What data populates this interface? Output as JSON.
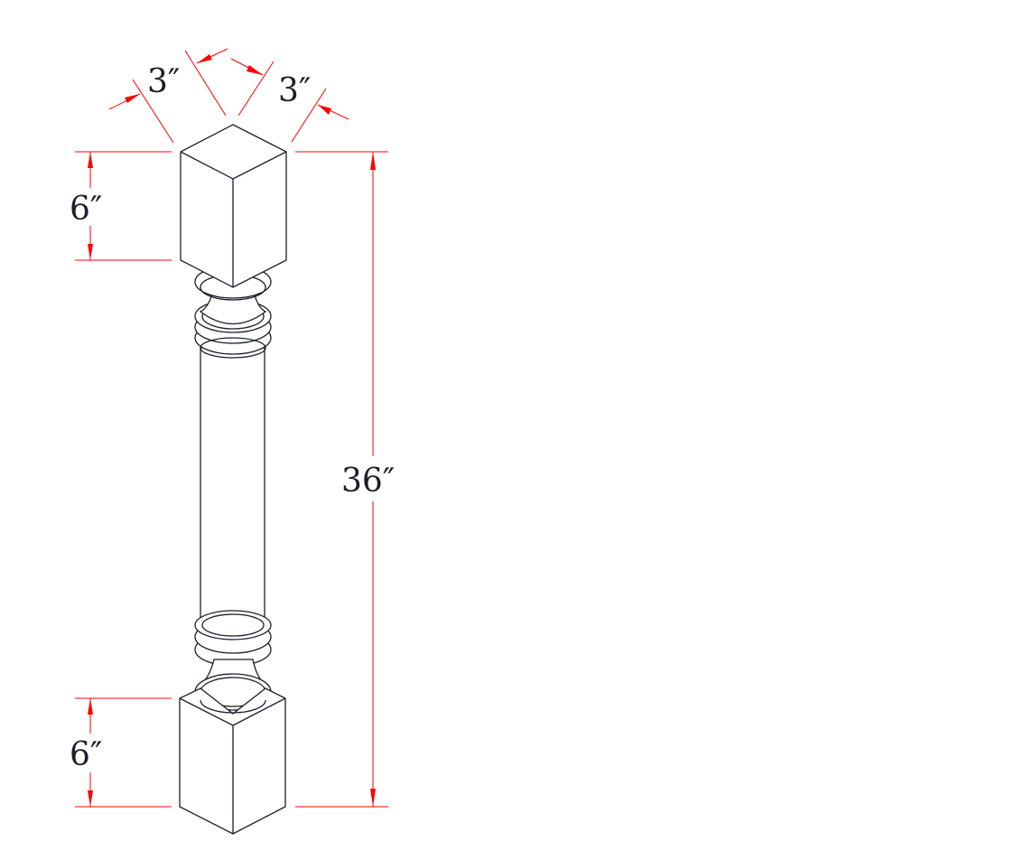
{
  "drawing": {
    "dimensions": {
      "top_width_left": "3″",
      "top_width_right": "3″",
      "top_block_height": "6″",
      "bottom_block_height": "6″",
      "overall_height": "36″"
    },
    "colors": {
      "outline": "#1a1f2b",
      "dimension": "#ff0000"
    }
  }
}
